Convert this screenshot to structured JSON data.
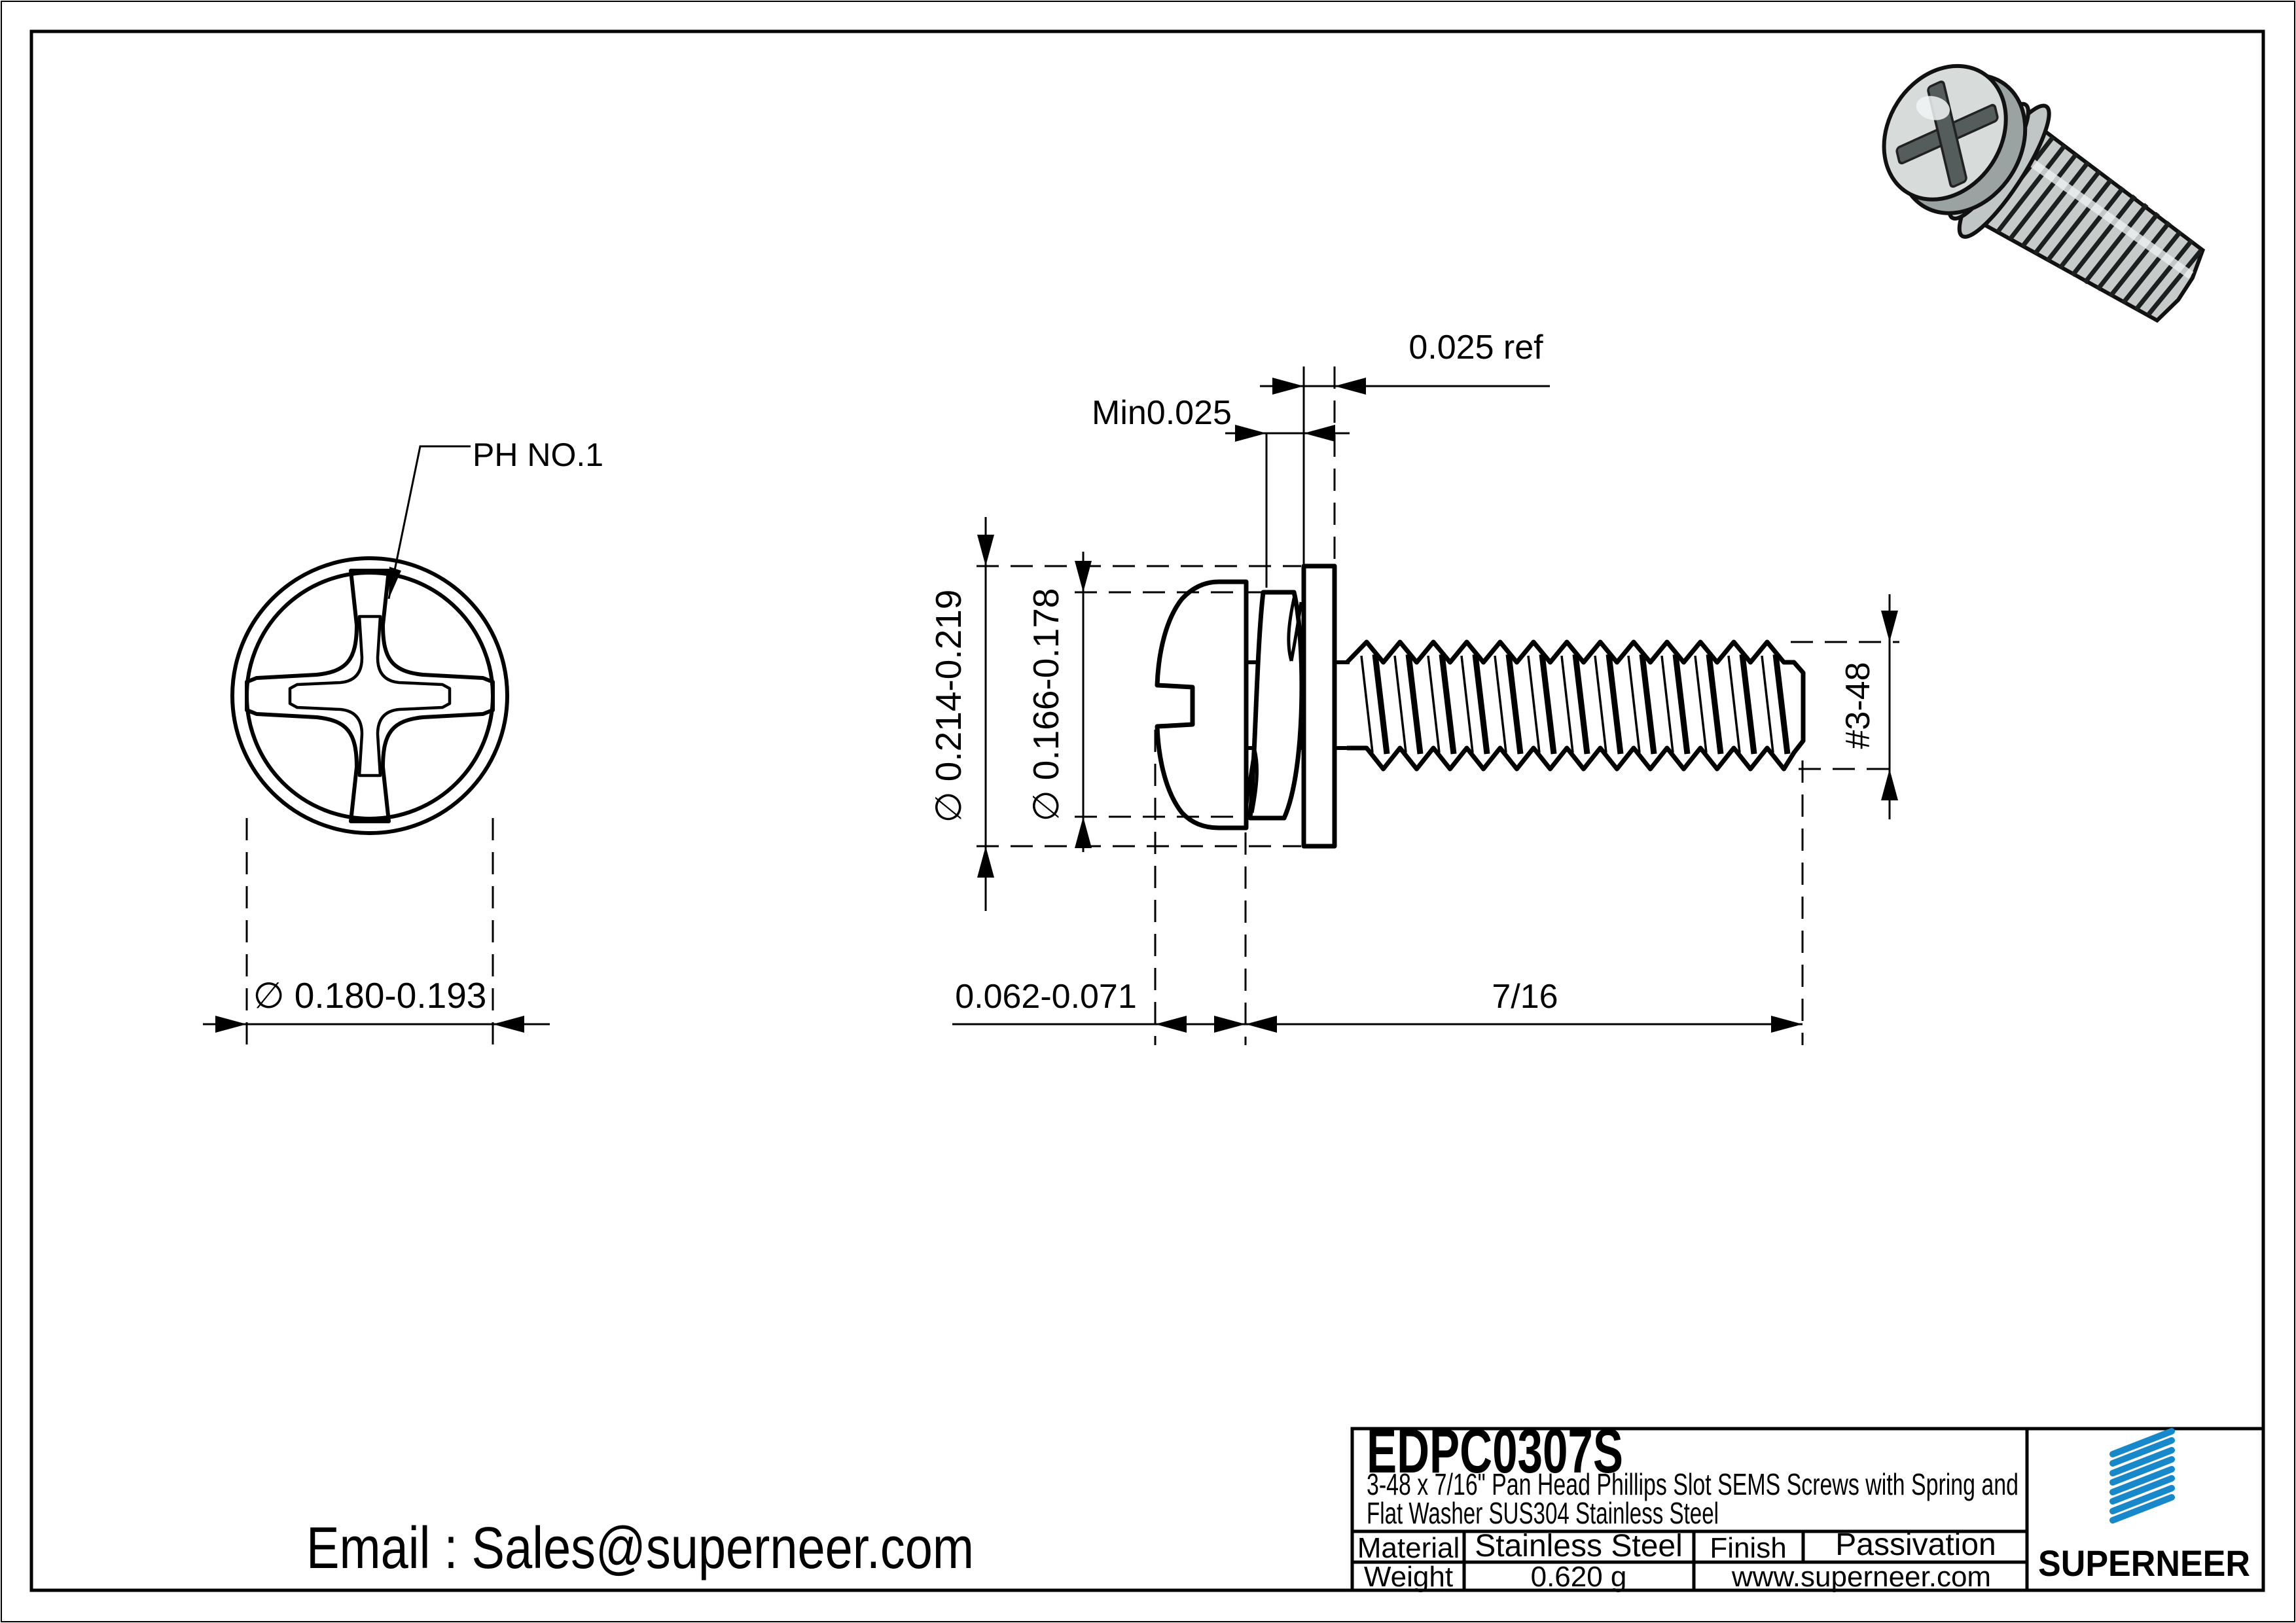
{
  "drawing": {
    "front_view": {
      "drive_label": "PH NO.1",
      "head_diameter": "∅ 0.180-0.193"
    },
    "side_view": {
      "washer_od": "∅ 0.214-0.219",
      "spring_washer_od": "∅ 0.166-0.178",
      "spring_thickness_min": "Min0.025",
      "flat_washer_thickness": "0.025 ref",
      "head_height": "0.062-0.071",
      "thread_length": "7/16",
      "thread_spec": "#3-48"
    },
    "email": "Email : Sales@superneer.com"
  },
  "title_block": {
    "part_number": "EDPC0307S",
    "description_line1": "3-48 x 7/16\" Pan Head Phillips Slot SEMS Screws with Spring and",
    "description_line2": "Flat Washer SUS304 Stainless Steel",
    "material_label": "Material",
    "material_value": "Stainless Steel",
    "finish_label": "Finish",
    "finish_value": "Passivation",
    "weight_label": "Weight",
    "weight_value": "0.620 g",
    "website": "www.superneer.com",
    "brand_name": "SUPERNEER"
  },
  "colors": {
    "brand_blue": "#1789ca",
    "link_blue": "#2a87c9",
    "line_black": "#000000"
  }
}
